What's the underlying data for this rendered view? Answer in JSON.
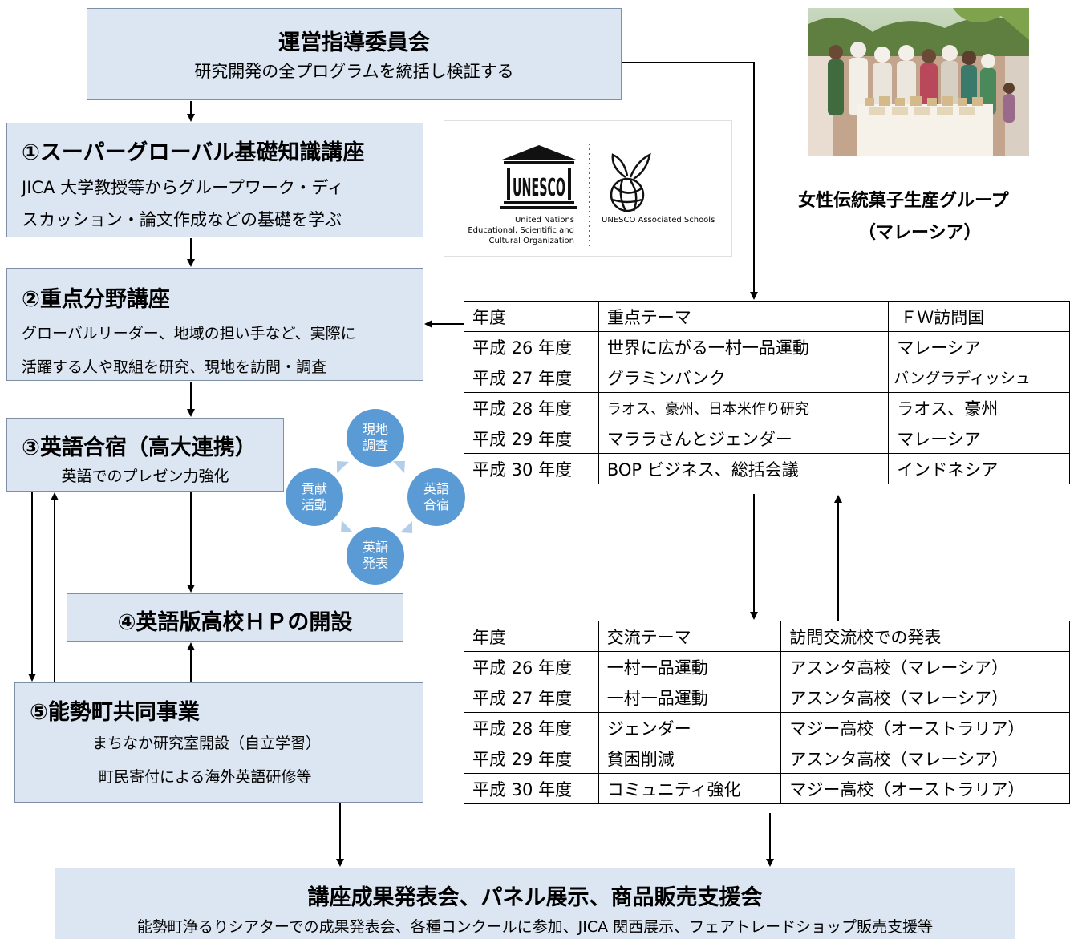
{
  "committee": {
    "title": "運営指導委員会",
    "subtitle": "研究開発の全プログラムを統括し検証する"
  },
  "step1": {
    "title": "①スーパーグローバル基礎知識講座",
    "line1": "JICA 大学教授等からグループワーク・ディ",
    "line2": "スカッション・論文作成などの基礎を学ぶ"
  },
  "step2": {
    "title": "②重点分野講座",
    "line1": "グローバルリーダー、地域の担い手など、実際に",
    "line2": "活躍する人や取組を研究、現地を訪問・調査"
  },
  "step3": {
    "title": "③英語合宿（高大連携）",
    "line1": "英語でのプレゼン力強化"
  },
  "step4": {
    "title": "④英語版高校ＨＰの開設"
  },
  "step5": {
    "title": "⑤能勢町共同事業",
    "line1": "まちなか研究室開設（自立学習）",
    "line2": "町民寄付による海外英語研修等"
  },
  "final": {
    "title": "講座成果発表会、パネル展示、商品販売支援会",
    "line1": "能勢町浄るりシアターでの成果発表会、各種コンクールに参加、JICA 関西展示、フェアトレードショップ販売支援等"
  },
  "cycle": [
    {
      "l1": "現地",
      "l2": "調査"
    },
    {
      "l1": "英語",
      "l2": "合宿"
    },
    {
      "l1": "英語",
      "l2": "発表"
    },
    {
      "l1": "貢献",
      "l2": "活動"
    }
  ],
  "unesco": {
    "left_line1": "United Nations",
    "left_line2": "Educational, Scientific and",
    "left_line3": "Cultural Organization",
    "right_text": "UNESCO Associated Schools",
    "wordmark": "UNESCO"
  },
  "photo_caption": {
    "line1": "女性伝統菓子生産グループ",
    "line2": "（マレーシア）"
  },
  "table_themes": {
    "headers": [
      "年度",
      "重点テーマ",
      "ＦＷ訪問国"
    ],
    "rows": [
      [
        "平成 26 年度",
        "世界に広がる一村一品運動",
        "マレーシア"
      ],
      [
        "平成 27 年度",
        "グラミンバンク",
        "バングラディッシュ"
      ],
      [
        "平成 28 年度",
        "ラオス、豪州、日本米作り研究",
        "ラオス、豪州"
      ],
      [
        "平成 29 年度",
        "マララさんとジェンダー",
        "マレーシア"
      ],
      [
        "平成 30 年度",
        "BOP ビジネス、総括会議",
        "インドネシア"
      ]
    ]
  },
  "table_exchange": {
    "headers": [
      "年度",
      "交流テーマ",
      "訪問交流校での発表"
    ],
    "rows": [
      [
        "平成 26 年度",
        "一村一品運動",
        "アスンタ高校（マレーシア）"
      ],
      [
        "平成 27 年度",
        "一村一品運動",
        "アスンタ高校（マレーシア）"
      ],
      [
        "平成 28 年度",
        "ジェンダー",
        "マジー高校（オーストラリア）"
      ],
      [
        "平成 29 年度",
        "貧困削減",
        "アスンタ高校（マレーシア）"
      ],
      [
        "平成 30 年度",
        "コミュニティ強化",
        "マジー高校（オーストラリア）"
      ]
    ]
  },
  "colors": {
    "box_fill": "#dce6f2",
    "box_border": "#7f8fa6",
    "circle_fill": "#5b9bd5",
    "cycle_arrow": "#b4cde8"
  }
}
